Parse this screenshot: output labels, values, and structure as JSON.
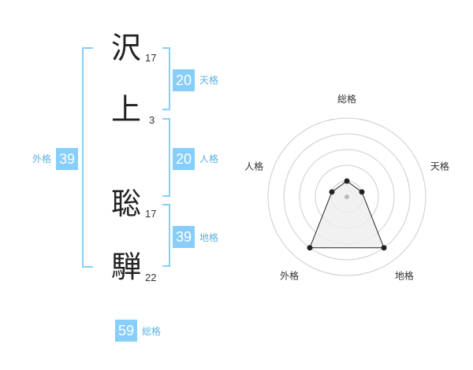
{
  "name": {
    "chars": [
      {
        "char": "沢",
        "strokes": "17"
      },
      {
        "char": "上",
        "strokes": "3"
      },
      {
        "char": "聡",
        "strokes": "17"
      },
      {
        "char": "騨",
        "strokes": "22"
      }
    ]
  },
  "kaku": {
    "tenkaku": {
      "value": "20",
      "label": "天格"
    },
    "jinkaku": {
      "value": "20",
      "label": "人格"
    },
    "chikaku": {
      "value": "39",
      "label": "地格"
    },
    "gaikaku": {
      "value": "39",
      "label": "外格"
    },
    "soukaku": {
      "value": "59",
      "label": "総格"
    }
  },
  "chart_data": {
    "type": "radar",
    "axes": [
      "総格",
      "天格",
      "地格",
      "外格",
      "人格"
    ],
    "values": [
      1,
      1,
      4,
      4,
      1
    ],
    "rmax": 5,
    "rings": 5,
    "colors": {
      "ring": "#cccccc",
      "fill": "#eeeeee",
      "line": "#222222",
      "point": "#222222",
      "center": "#bbbbbb"
    }
  }
}
